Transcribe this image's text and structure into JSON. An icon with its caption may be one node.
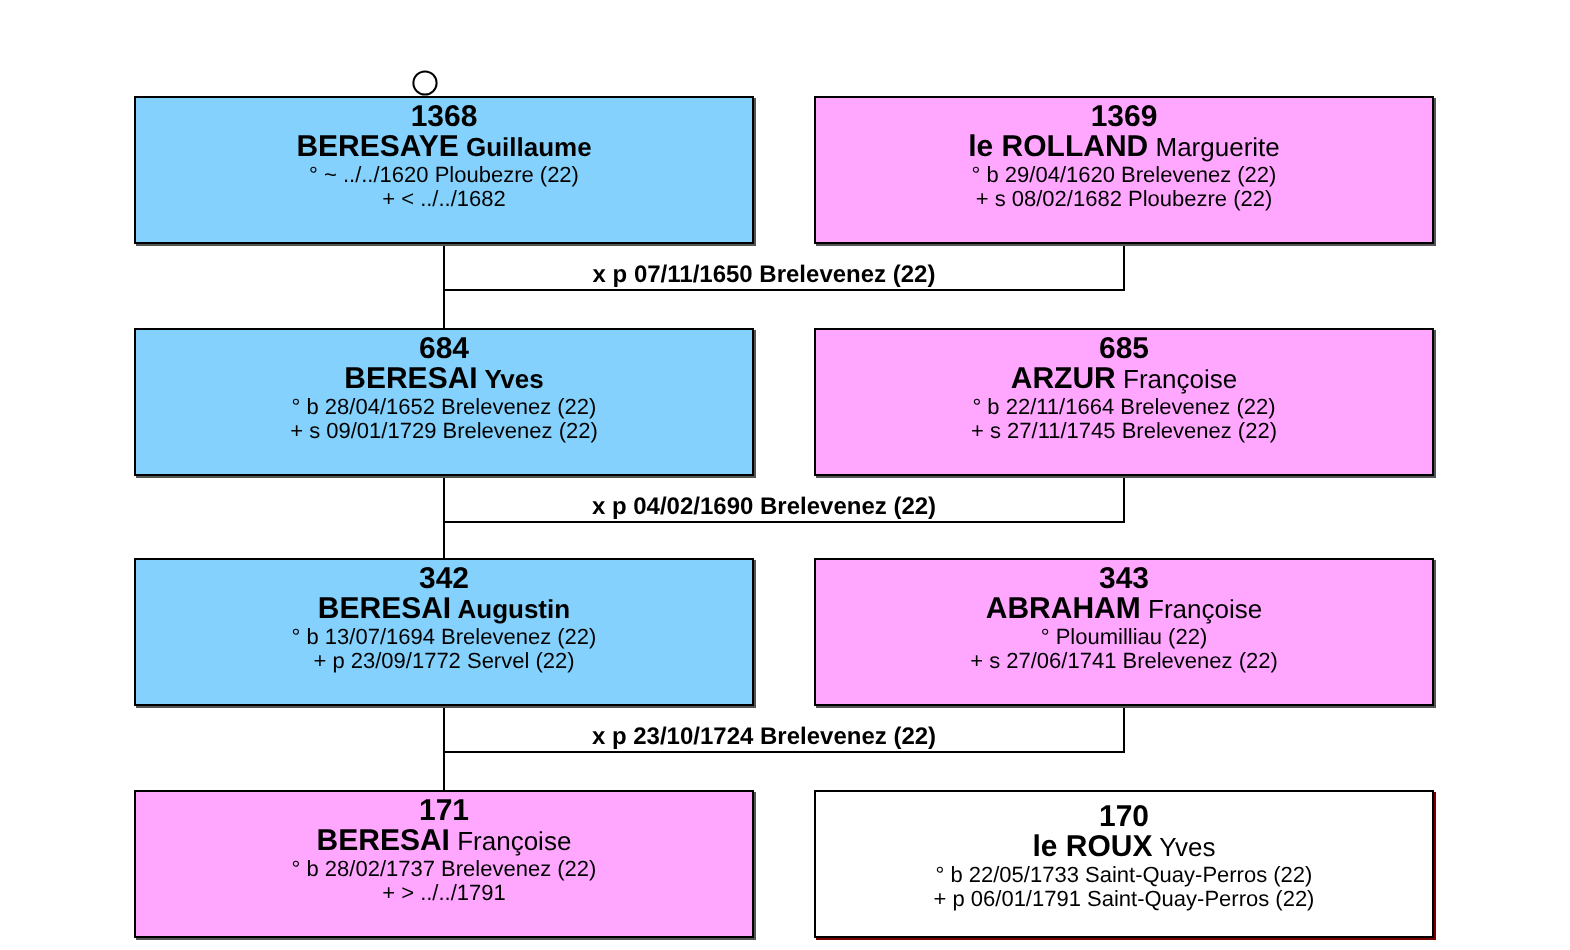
{
  "diagram": {
    "nodes": [
      {
        "text": [
          "1368",
          "**BERESAYE** Guillaume",
          "° ~ ../../1620 Ploubezre (22)",
          "+ < ../../1682"
        ]
      },
      {
        "text": [
          "1369",
          "**le ROLLAND** Marguerite",
          "° b 29/04/1620 Brelevenez (22)",
          "+ s 08/02/1682 Ploubezre (22)"
        ]
      },
      {
        "text": [
          "684",
          "**BERESAI** Yves",
          "° b 28/04/1652 Brelevenez (22)",
          "+ s 09/01/1729 Brelevenez (22)"
        ]
      },
      {
        "text": [
          "685",
          "**ARZUR** Françoise",
          "° b 22/11/1664 Brelevenez (22)",
          "+ s 27/11/1745 Brelevenez (22)"
        ]
      },
      {
        "text": [
          "342",
          "**BERESAI** Augustin",
          "° b 13/07/1694 Brelevenez (22)",
          "+ p 23/09/1772 Servel (22)"
        ]
      },
      {
        "text": [
          "343",
          "**ABRAHAM** Françoise",
          "° Ploumilliau (22)",
          "+ s 27/06/1741 Brelevenez (22)"
        ]
      },
      {
        "text": [
          "171",
          "**BERESAI** Françoise",
          "° b 28/02/1737 Brelevenez (22)",
          "+ > ../../1791"
        ]
      },
      {
        "text": [
          "170",
          "**le ROUX** Yves",
          "° b 22/05/1733 Saint-Quay-Perros (22)",
          "+ p 06/01/1791 Saint-Quay-Perros (22)"
        ]
      }
    ],
    "edges": [
      {
        "from": 0,
        "to": 1,
        "arrow": "none",
        "label": "x p 07/11/1650 Brelevenez (22)"
      },
      {
        "from": 0,
        "to": 2,
        "arrow": "none"
      },
      {
        "from": 2,
        "to": 3,
        "arrow": "none",
        "label": "x p 04/02/1690 Brelevenez (22)"
      },
      {
        "from": 2,
        "to": 4,
        "arrow": "none"
      },
      {
        "from": 4,
        "to": 5,
        "arrow": "none",
        "label": "x p 23/10/1724 Brelevenez (22)"
      },
      {
        "from": 4,
        "to": 6,
        "arrow": "none"
      }
    ]
  }
}
